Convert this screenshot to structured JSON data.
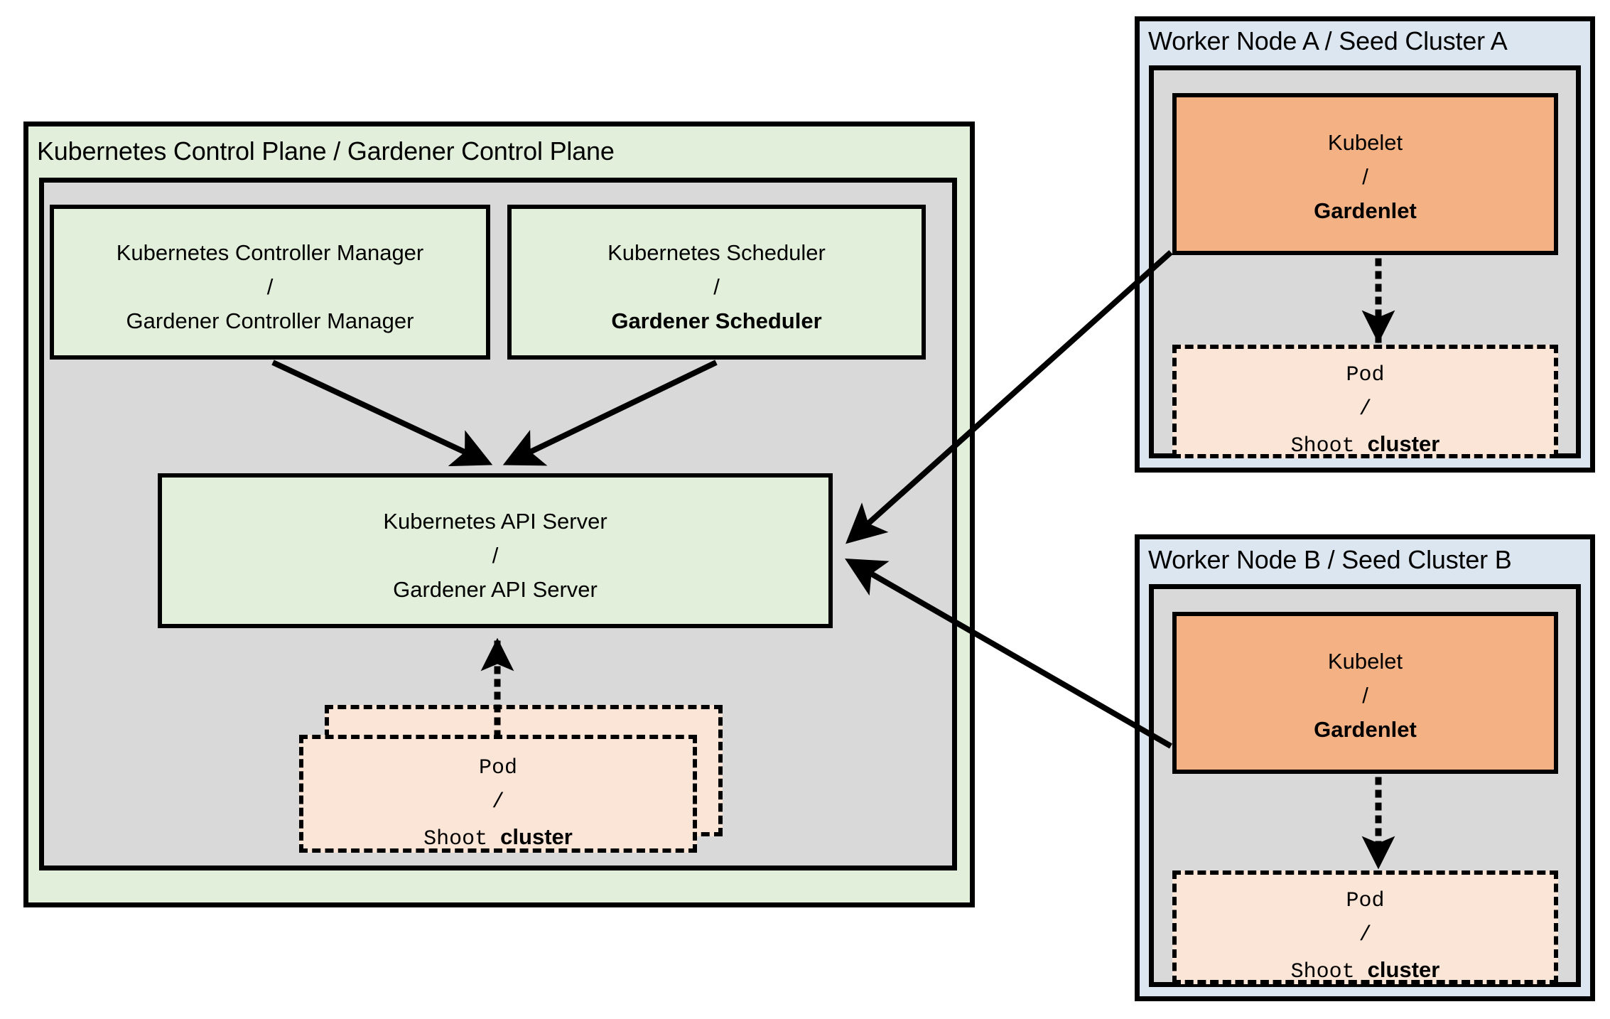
{
  "diagram": {
    "title": "Gardener architecture: Kubernetes control plane mapping to Gardener components",
    "type": "architecture-diagram",
    "colors": {
      "control_plane_fill": "#E2EFDA",
      "inner_gray_fill": "#D9D9D9",
      "worker_node_fill": "#DCE6F1",
      "kubelet_fill": "#F4B183",
      "pod_fill": "#FBE5D6",
      "stroke": "#000000",
      "canvas": "#FFFFFF"
    }
  },
  "control_plane": {
    "title": "Kubernetes Control Plane / Gardener Control Plane",
    "controller_manager": {
      "line1": "Kubernetes Controller Manager",
      "separator": "/",
      "line2": "Gardener Controller Manager",
      "line2_bold": false
    },
    "scheduler": {
      "line1": "Kubernetes Scheduler",
      "separator": "/",
      "line2": "Gardener Scheduler",
      "line2_bold": true
    },
    "api_server": {
      "line1": "Kubernetes API Server",
      "separator": "/",
      "line2": "Gardener API Server",
      "line2_bold": false
    },
    "pod": {
      "line1": "Pod",
      "separator": "/",
      "line2_mono": "Shoot ",
      "line2_bold": "cluster"
    }
  },
  "worker_nodes": [
    {
      "title": "Worker Node A / Seed Cluster A",
      "kubelet": {
        "line1": "Kubelet",
        "separator": "/",
        "line2": "Gardenlet",
        "line2_bold": true
      },
      "pod": {
        "line1": "Pod",
        "separator": "/",
        "line2_mono": "Shoot ",
        "line2_bold": "cluster"
      }
    },
    {
      "title": "Worker Node B / Seed Cluster B",
      "kubelet": {
        "line1": "Kubelet",
        "separator": "/",
        "line2": "Gardenlet",
        "line2_bold": true
      },
      "pod": {
        "line1": "Pod",
        "separator": "/",
        "line2_mono": "Shoot ",
        "line2_bold": "cluster"
      }
    }
  ],
  "connections": [
    {
      "from": "controller-manager",
      "to": "api-server",
      "style": "solid-arrow"
    },
    {
      "from": "scheduler",
      "to": "api-server",
      "style": "solid-arrow"
    },
    {
      "from": "control-plane-pod",
      "to": "api-server",
      "style": "dotted-arrow"
    },
    {
      "from": "gardenlet-a",
      "to": "api-server",
      "style": "solid-arrow"
    },
    {
      "from": "gardenlet-b",
      "to": "api-server",
      "style": "solid-arrow"
    },
    {
      "from": "gardenlet-a",
      "to": "pod-a",
      "style": "dotted-arrow"
    },
    {
      "from": "gardenlet-b",
      "to": "pod-b",
      "style": "dotted-arrow"
    }
  ]
}
